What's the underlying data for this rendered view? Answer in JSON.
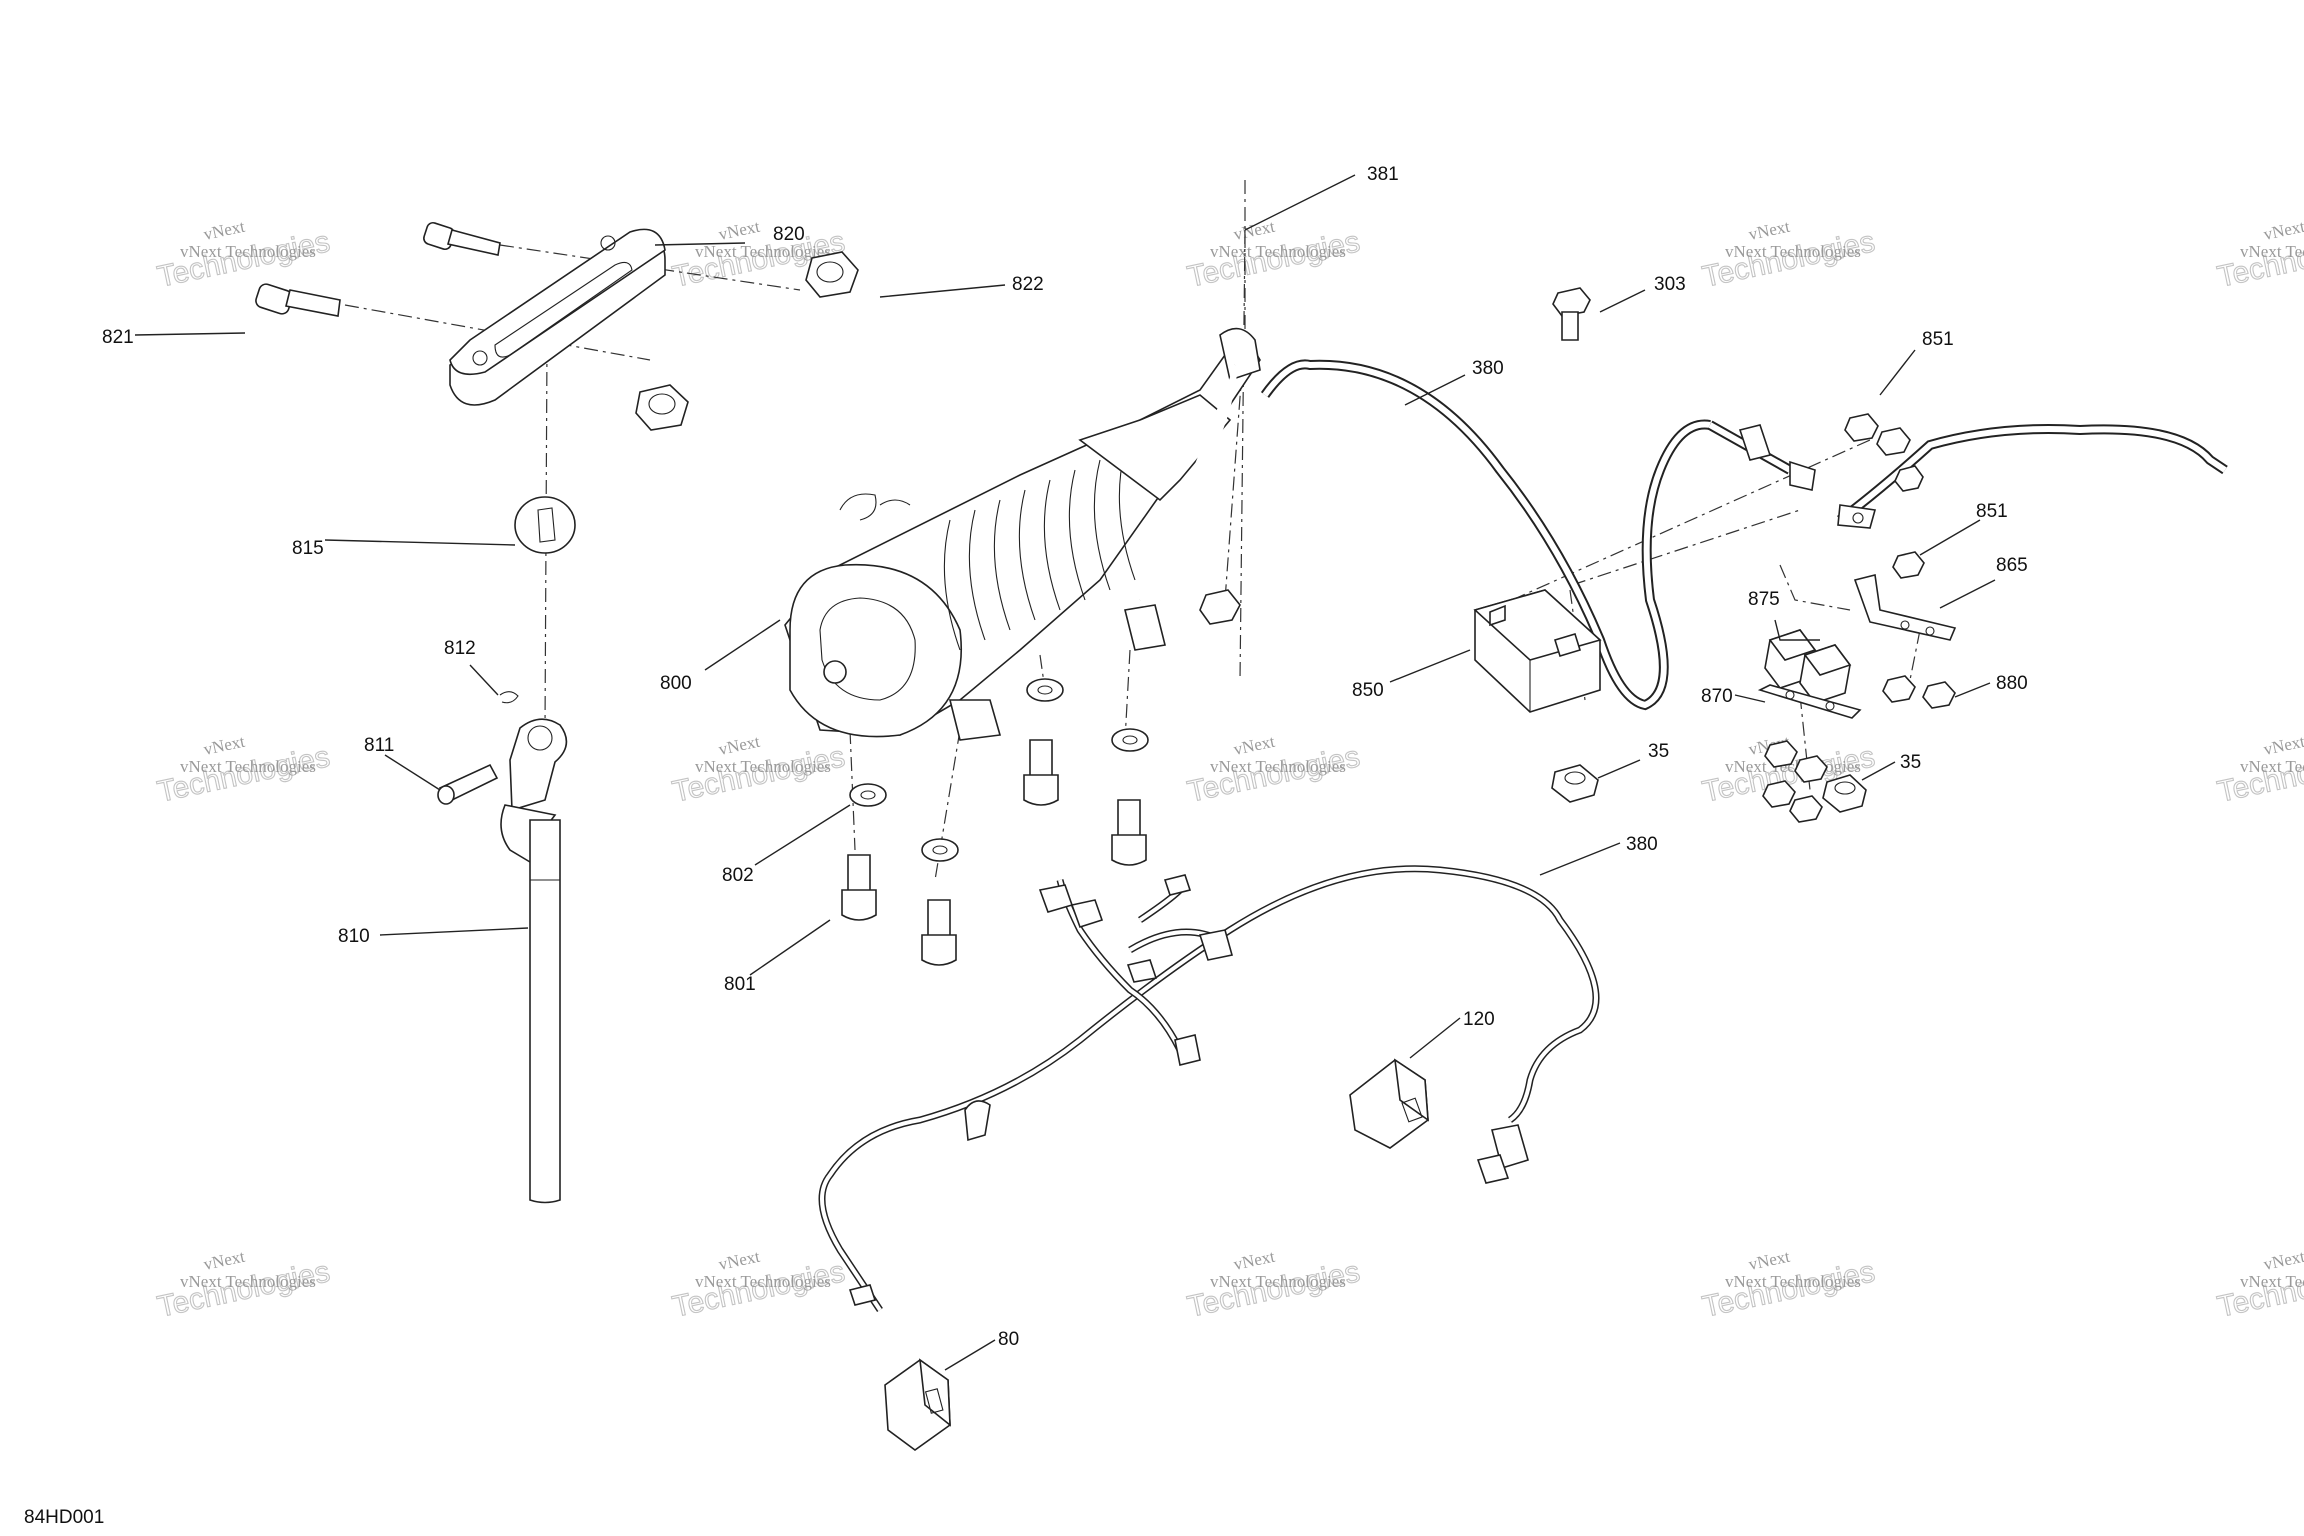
{
  "figure_id": "84HD001",
  "watermark": {
    "line1": "vNext Technologies",
    "line2": "Technologies",
    "line3": "vNext"
  },
  "callouts": [
    {
      "id": "c381",
      "label": "381"
    },
    {
      "id": "c820",
      "label": "820"
    },
    {
      "id": "c822",
      "label": "822"
    },
    {
      "id": "c821",
      "label": "821"
    },
    {
      "id": "c303",
      "label": "303"
    },
    {
      "id": "c380a",
      "label": "380"
    },
    {
      "id": "c851a",
      "label": "851"
    },
    {
      "id": "c815",
      "label": "815"
    },
    {
      "id": "c851b",
      "label": "851"
    },
    {
      "id": "c865",
      "label": "865"
    },
    {
      "id": "c875",
      "label": "875"
    },
    {
      "id": "c812",
      "label": "812"
    },
    {
      "id": "c800",
      "label": "800"
    },
    {
      "id": "c850",
      "label": "850"
    },
    {
      "id": "c880",
      "label": "880"
    },
    {
      "id": "c870",
      "label": "870"
    },
    {
      "id": "c811",
      "label": "811"
    },
    {
      "id": "c35a",
      "label": "35"
    },
    {
      "id": "c35b",
      "label": "35"
    },
    {
      "id": "c380b",
      "label": "380"
    },
    {
      "id": "c802",
      "label": "802"
    },
    {
      "id": "c810",
      "label": "810"
    },
    {
      "id": "c801",
      "label": "801"
    },
    {
      "id": "c120",
      "label": "120"
    },
    {
      "id": "c80",
      "label": "80"
    }
  ]
}
